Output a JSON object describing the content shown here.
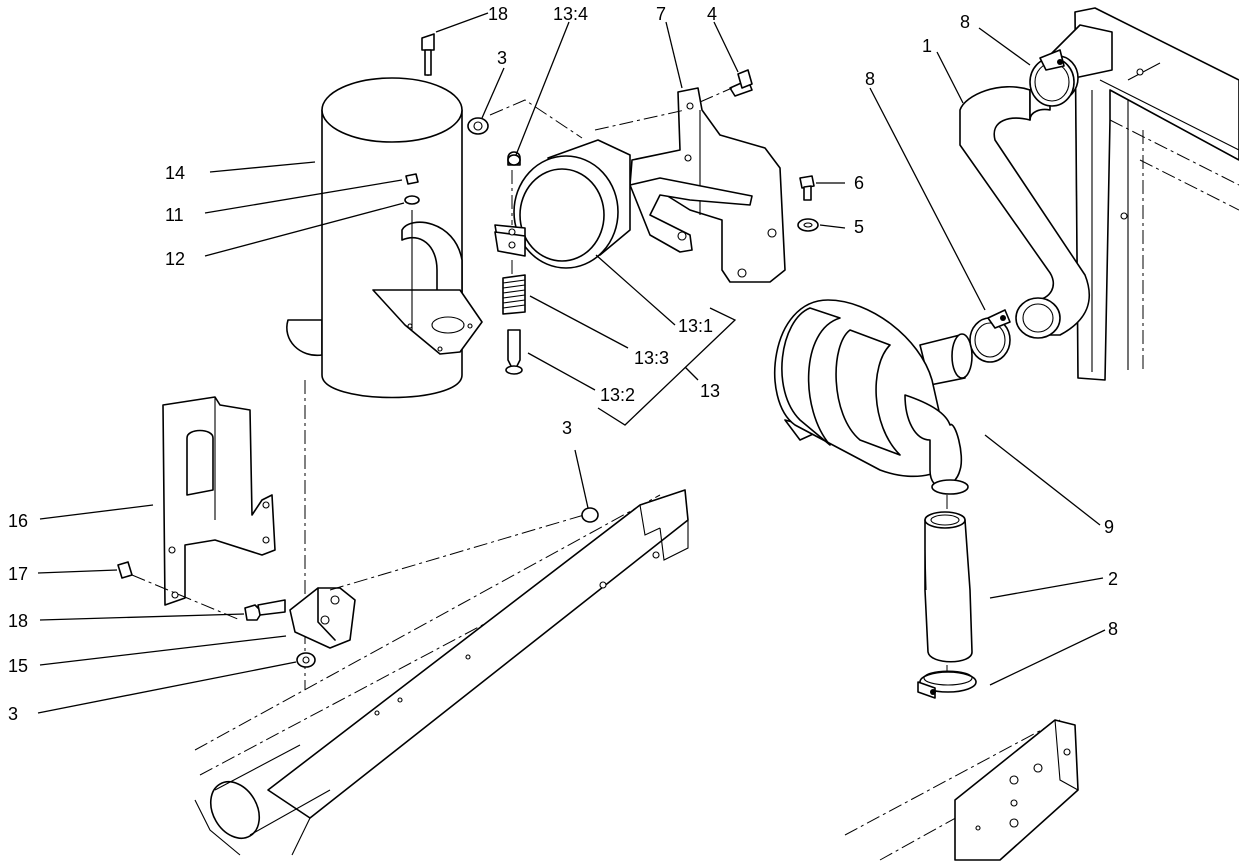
{
  "diagram": {
    "type": "exploded-parts-view",
    "line_color": "#000000",
    "background_color": "#ffffff",
    "callouts": [
      {
        "id": "c-18-top",
        "label": "18"
      },
      {
        "id": "c-13-4",
        "label": "13:4"
      },
      {
        "id": "c-7",
        "label": "7"
      },
      {
        "id": "c-4",
        "label": "4"
      },
      {
        "id": "c-8-top",
        "label": "8"
      },
      {
        "id": "c-1",
        "label": "1"
      },
      {
        "id": "c-3-top",
        "label": "3"
      },
      {
        "id": "c-8-mid",
        "label": "8"
      },
      {
        "id": "c-14",
        "label": "14"
      },
      {
        "id": "c-6",
        "label": "6"
      },
      {
        "id": "c-11",
        "label": "11"
      },
      {
        "id": "c-5",
        "label": "5"
      },
      {
        "id": "c-12",
        "label": "12"
      },
      {
        "id": "c-13-1",
        "label": "13:1"
      },
      {
        "id": "c-13-3",
        "label": "13:3"
      },
      {
        "id": "c-13-2",
        "label": "13:2"
      },
      {
        "id": "c-13",
        "label": "13"
      },
      {
        "id": "c-3-mid",
        "label": "3"
      },
      {
        "id": "c-9",
        "label": "9"
      },
      {
        "id": "c-16",
        "label": "16"
      },
      {
        "id": "c-17",
        "label": "17"
      },
      {
        "id": "c-2",
        "label": "2"
      },
      {
        "id": "c-18-bottom",
        "label": "18"
      },
      {
        "id": "c-8-bottom",
        "label": "8"
      },
      {
        "id": "c-15",
        "label": "15"
      },
      {
        "id": "c-3-bottom",
        "label": "3"
      }
    ]
  }
}
